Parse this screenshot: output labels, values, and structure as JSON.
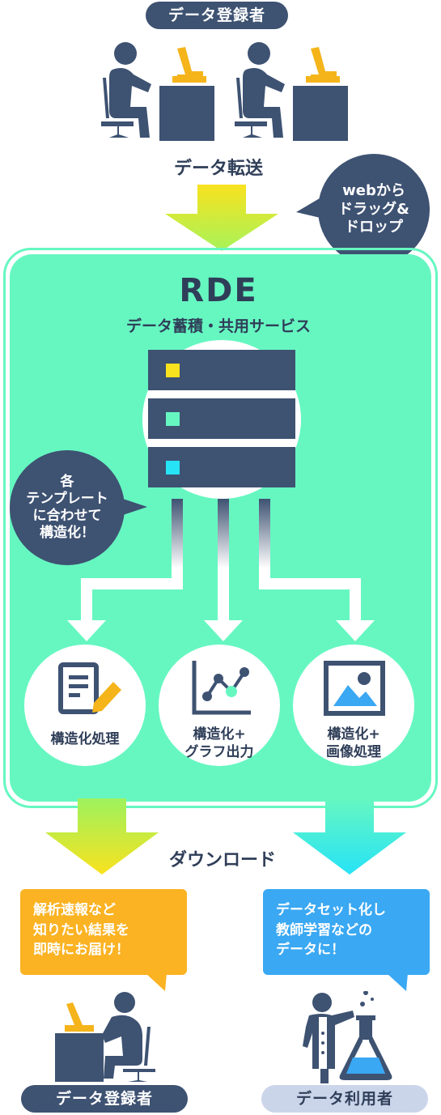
{
  "top": {
    "registrant_label": "データ登録者",
    "transfer_label": "データ転送",
    "upload_bubble": [
      "webから",
      "ドラッグ&",
      "ドロップ"
    ]
  },
  "rde": {
    "title": "RDE",
    "subtitle": "データ蓄積・共用サービス",
    "structure_bubble": [
      "各",
      "テンプレート",
      "に合わせて",
      "構造化！"
    ],
    "nodes": [
      {
        "icon": "document-edit-icon",
        "lines": [
          "構造化処理"
        ]
      },
      {
        "icon": "line-graph-icon",
        "lines": [
          "構造化+",
          "グラフ出力"
        ]
      },
      {
        "icon": "image-icon",
        "lines": [
          "構造化+",
          "画像処理"
        ]
      }
    ]
  },
  "download": {
    "label": "ダウンロード",
    "left_note": [
      "解析速報など",
      "知りたい結果を",
      "即時にお届け！"
    ],
    "right_note": [
      "データセット化し",
      "教師学習などの",
      "データに！"
    ],
    "left_role": "データ登録者",
    "right_role": "データ利用者"
  },
  "colors": {
    "navy": "#3e5272",
    "panel": "#66f7c1",
    "yellow": "#f9e21e",
    "orange": "#fbb323",
    "sky": "#3aa8f3",
    "cyan": "#27e3f6"
  }
}
